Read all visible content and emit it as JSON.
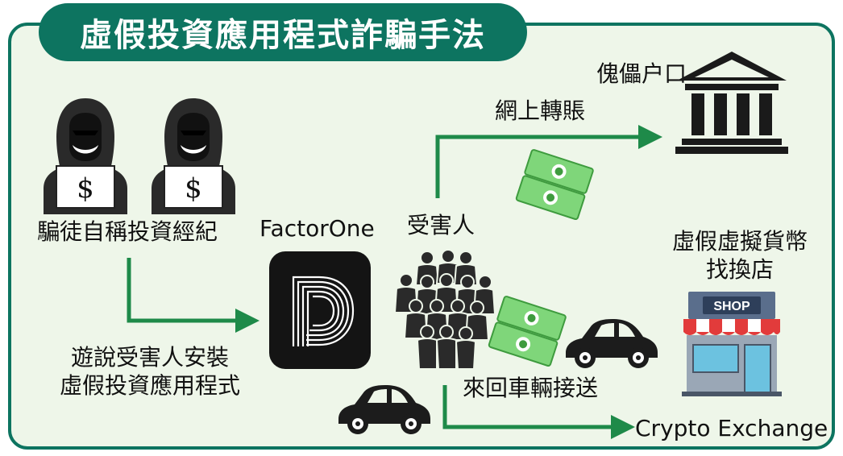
{
  "title": "虛假投資應用程式詐騙手法",
  "labels": {
    "scammer": "騙徒自稱投資經紀",
    "app_name": "FactorOne",
    "victims": "受害人",
    "online_transfer": "網上轉賬",
    "mule_account": "傀儡户口",
    "fake_shop_line1": "虛假虛擬貨幣",
    "fake_shop_line2": "找換店",
    "persuade_line1": "遊說受害人安裝",
    "persuade_line2": "虛假投資應用程式",
    "car_transfer": "來回車輛接送",
    "crypto_exchange": "Crypto Exchange",
    "dollar_sign": "$",
    "shop_sign": "SHOP"
  },
  "icons": {
    "scammers": [
      "hooded-hacker-icon",
      "hooded-hacker-icon"
    ],
    "app": "factorone-app-icon",
    "victims": "crowd-icon",
    "bank": "bank-icon",
    "shop": "shop-icon",
    "money": [
      "cash-icon",
      "cash-icon"
    ],
    "cars": [
      "car-icon",
      "car-icon"
    ]
  },
  "colors": {
    "theme": "#0d7460",
    "panel_bg": "#eef6e9",
    "arrow": "#1e8a49",
    "text": "#111111",
    "cash": "#7fd67a",
    "shop_awning": "#e23b3b"
  }
}
